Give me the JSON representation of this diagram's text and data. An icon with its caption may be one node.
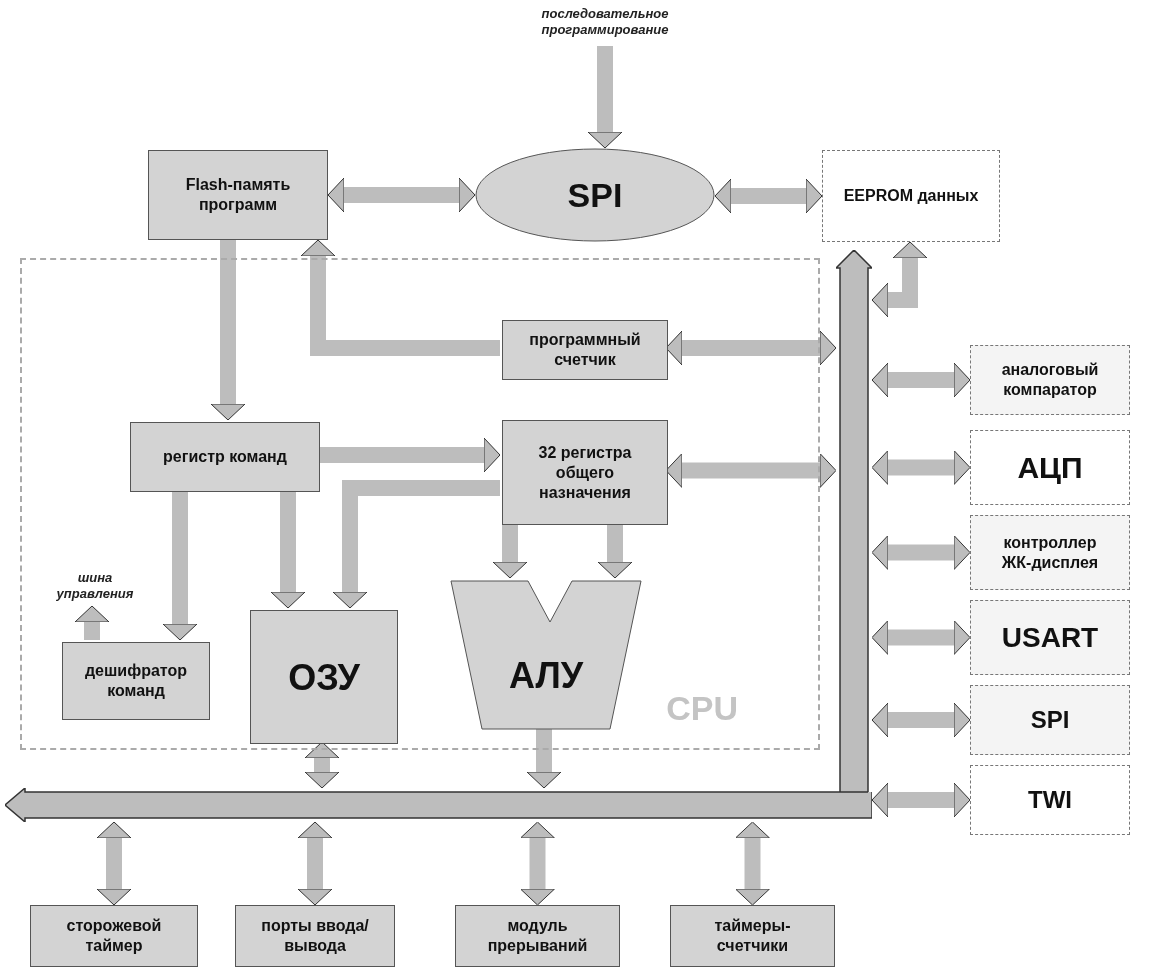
{
  "diagram": {
    "nodes": [
      {
        "text": [
          "CPU"
        ]
      },
      {
        "text": [
          "последовательное программирование"
        ]
      },
      {
        "text": [
          "Flash-память программ"
        ]
      },
      {
        "text": [
          "SPI"
        ]
      },
      {
        "text": [
          "EEPROM данных"
        ]
      },
      {
        "text": [
          "программный счетчик"
        ],
        "in": 0
      },
      {
        "text": [
          "регистр команд"
        ],
        "in": 0
      },
      {
        "text": [
          "32 регистра общего назначения"
        ],
        "in": 0
      },
      {
        "text": [
          "шина управления"
        ],
        "in": 0
      },
      {
        "text": [
          "дешифратор команд"
        ],
        "in": 0
      },
      {
        "text": [
          "ОЗУ"
        ],
        "in": 0
      },
      {
        "text": [
          "АЛУ"
        ],
        "in": 0
      },
      {
        "text": [],
        "shape": "bar"
      },
      {
        "text": [],
        "shape": "bar"
      },
      {
        "text": [
          "аналоговый компаратор"
        ]
      },
      {
        "text": [
          "АЦП"
        ]
      },
      {
        "text": [
          "контроллер ЖК-дисплея"
        ]
      },
      {
        "text": [
          "USART"
        ]
      },
      {
        "text": [
          "SPI"
        ]
      },
      {
        "text": [
          "TWI"
        ]
      },
      {
        "text": [
          "сторожевой таймер"
        ]
      },
      {
        "text": [
          "порты ввода/вывода"
        ]
      },
      {
        "text": [
          "модуль прерываний"
        ]
      },
      {
        "text": [
          "таймеры-счетчики"
        ]
      }
    ],
    "edges": [
      {
        "from": 1,
        "to": 3,
        "arrow": "to"
      },
      {
        "from": 2,
        "to": 3,
        "arrow": "both"
      },
      {
        "from": 3,
        "to": 4,
        "arrow": "both"
      },
      {
        "from": 2,
        "to": 6,
        "arrow": "to"
      },
      {
        "from": 5,
        "to": 2,
        "arrow": "to"
      },
      {
        "from": 5,
        "to": 12,
        "arrow": "both"
      },
      {
        "from": 12,
        "to": 4,
        "arrow": "both"
      },
      {
        "from": 6,
        "to": 7,
        "arrow": "to"
      },
      {
        "from": 6,
        "to": 9,
        "arrow": "to"
      },
      {
        "from": 6,
        "to": 10,
        "arrow": "to"
      },
      {
        "from": 7,
        "to": 10,
        "arrow": "to"
      },
      {
        "from": 7,
        "to": 11,
        "arrow": "to"
      },
      {
        "from": 7,
        "to": 11,
        "arrow": "to"
      },
      {
        "from": 7,
        "to": 12,
        "arrow": "both"
      },
      {
        "from": 9,
        "to": 8,
        "arrow": "to"
      },
      {
        "from": 10,
        "to": 13,
        "arrow": "both"
      },
      {
        "from": 11,
        "to": 13,
        "arrow": "to"
      },
      {
        "from": 12,
        "to": 14,
        "arrow": "both"
      },
      {
        "from": 12,
        "to": 15,
        "arrow": "both"
      },
      {
        "from": 12,
        "to": 16,
        "arrow": "both"
      },
      {
        "from": 12,
        "to": 17,
        "arrow": "both"
      },
      {
        "from": 12,
        "to": 18,
        "arrow": "both"
      },
      {
        "from": 12,
        "to": 19,
        "arrow": "both"
      },
      {
        "from": 13,
        "to": 20,
        "arrow": "both"
      },
      {
        "from": 13,
        "to": 21,
        "arrow": "both"
      },
      {
        "from": 13,
        "to": 22,
        "arrow": "both"
      },
      {
        "from": 13,
        "to": 23,
        "arrow": "both"
      }
    ]
  }
}
